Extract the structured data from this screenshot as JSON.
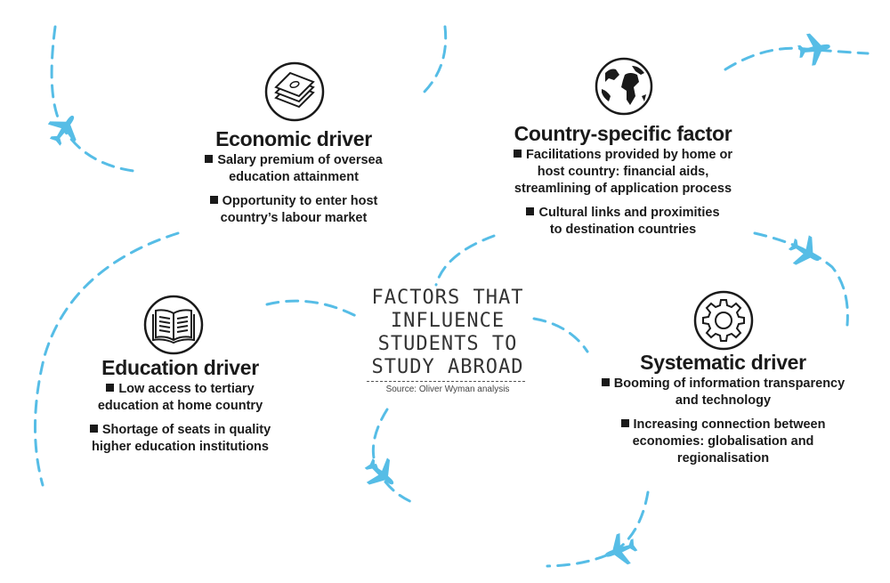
{
  "title_lines": [
    "FACTORS THAT",
    "INFLUENCE",
    "STUDENTS TO",
    "STUDY ABROAD"
  ],
  "source": "Source: Oliver Wyman analysis",
  "colors": {
    "path": "#56bde6",
    "plane": "#56bde6",
    "text": "#1a1a1a"
  },
  "economic": {
    "icon": "money-stack-icon",
    "heading": "Economic driver",
    "bullets": [
      [
        "Salary premium of oversea",
        "education attainment"
      ],
      [
        "Opportunity to enter host",
        "country’s labour market"
      ]
    ]
  },
  "country": {
    "icon": "globe-icon",
    "heading": "Country-specific factor",
    "bullets": [
      [
        "Facilitations provided by home or",
        "host country: financial aids,",
        "streamlining of application process"
      ],
      [
        "Cultural links and proximities",
        "to destination countries"
      ]
    ]
  },
  "education": {
    "icon": "book-icon",
    "heading": "Education driver",
    "bullets": [
      [
        "Low access to tertiary",
        "education at home country"
      ],
      [
        "Shortage of seats in quality",
        "higher education institutions"
      ]
    ]
  },
  "systematic": {
    "icon": "gear-icon",
    "heading": "Systematic driver",
    "bullets": [
      [
        "Booming of information transparency",
        "and technology"
      ],
      [
        "Increasing connection between",
        "economies: globalisation and",
        "regionalisation"
      ]
    ]
  }
}
